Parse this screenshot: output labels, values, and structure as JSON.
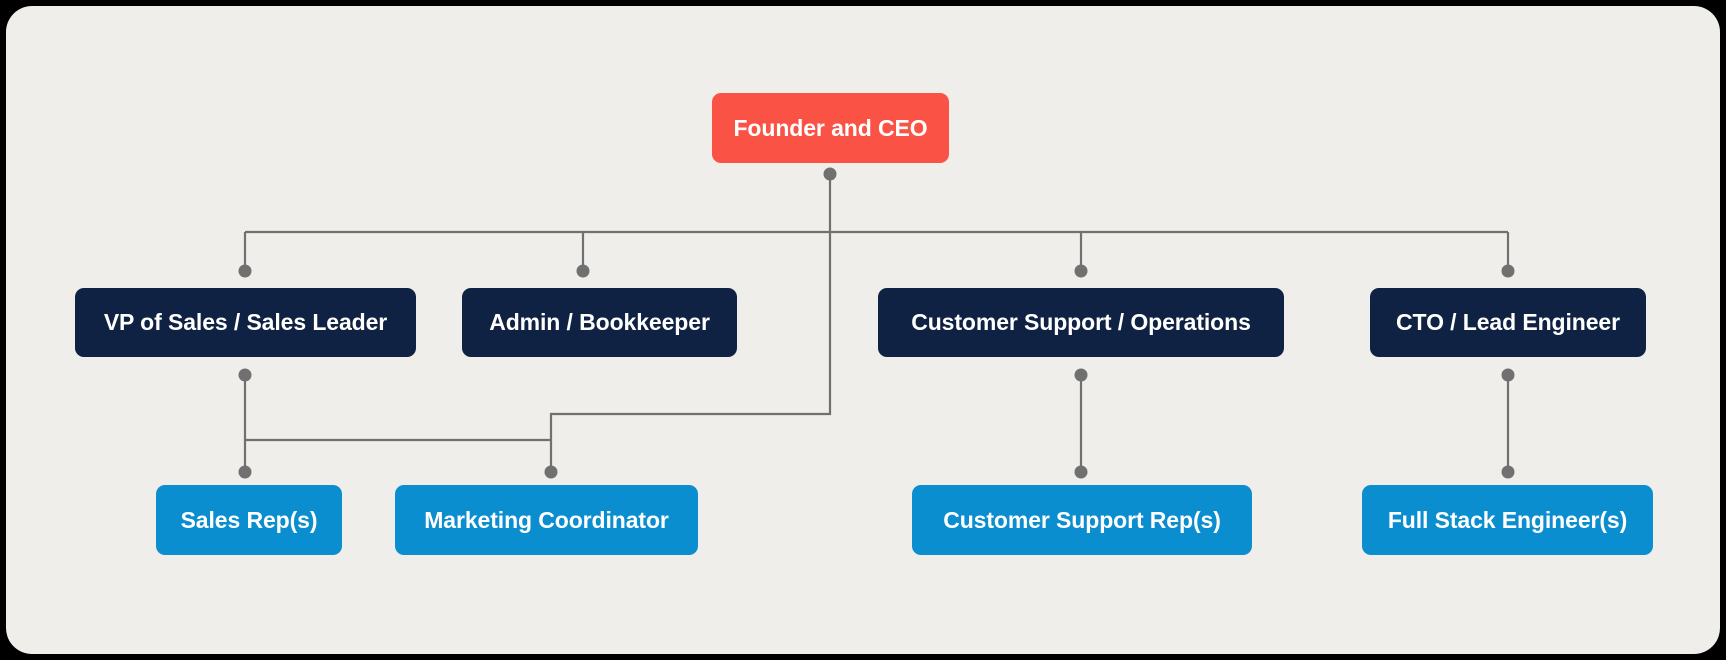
{
  "chart_data": {
    "type": "diagram",
    "diagram_kind": "organization-chart",
    "title": "",
    "orientation": "top-down",
    "levels": 3,
    "colors": {
      "page_background": "#000000",
      "card_background": "#efeeea",
      "root_node": "#fa5244",
      "department_node": "#0f2243",
      "staff_node": "#0b8ed0",
      "connector": "#707070",
      "node_text": "#ffffff"
    },
    "nodes": [
      {
        "id": "ceo",
        "label": "Founder and CEO",
        "level": 1,
        "tier": "root",
        "parent": null
      },
      {
        "id": "vp-sales",
        "label": "VP of Sales / Sales Leader",
        "level": 2,
        "tier": "department",
        "parent": "ceo"
      },
      {
        "id": "admin",
        "label": "Admin / Bookkeeper",
        "level": 2,
        "tier": "department",
        "parent": "ceo"
      },
      {
        "id": "support-ops",
        "label": "Customer Support / Operations",
        "level": 2,
        "tier": "department",
        "parent": "ceo"
      },
      {
        "id": "cto",
        "label": "CTO / Lead Engineer",
        "level": 2,
        "tier": "department",
        "parent": "ceo"
      },
      {
        "id": "sales-rep",
        "label": "Sales Rep(s)",
        "level": 3,
        "tier": "staff",
        "parent": "vp-sales"
      },
      {
        "id": "marketing-coord",
        "label": "Marketing Coordinator",
        "level": 3,
        "tier": "staff",
        "parent": "ceo"
      },
      {
        "id": "support-rep",
        "label": "Customer Support Rep(s)",
        "level": 3,
        "tier": "staff",
        "parent": "support-ops"
      },
      {
        "id": "engineer",
        "label": "Full Stack Engineer(s)",
        "level": 3,
        "tier": "staff",
        "parent": "cto"
      }
    ],
    "edges": [
      {
        "from": "ceo",
        "to": "vp-sales"
      },
      {
        "from": "ceo",
        "to": "admin"
      },
      {
        "from": "ceo",
        "to": "support-ops"
      },
      {
        "from": "ceo",
        "to": "cto"
      },
      {
        "from": "vp-sales",
        "to": "sales-rep"
      },
      {
        "from": "vp-sales",
        "to": "marketing-coord"
      },
      {
        "from": "ceo",
        "to": "marketing-coord"
      },
      {
        "from": "support-ops",
        "to": "support-rep"
      },
      {
        "from": "cto",
        "to": "engineer"
      }
    ]
  },
  "nodes": {
    "ceo": {
      "label": "Founder and CEO"
    },
    "vp_sales": {
      "label": "VP of Sales / Sales Leader"
    },
    "admin": {
      "label": "Admin / Bookkeeper"
    },
    "support_ops": {
      "label": "Customer Support / Operations"
    },
    "cto": {
      "label": "CTO / Lead Engineer"
    },
    "sales_rep": {
      "label": "Sales Rep(s)"
    },
    "marketing_coord": {
      "label": "Marketing Coordinator"
    },
    "support_rep": {
      "label": "Customer Support Rep(s)"
    },
    "engineer": {
      "label": "Full Stack Engineer(s)"
    }
  }
}
